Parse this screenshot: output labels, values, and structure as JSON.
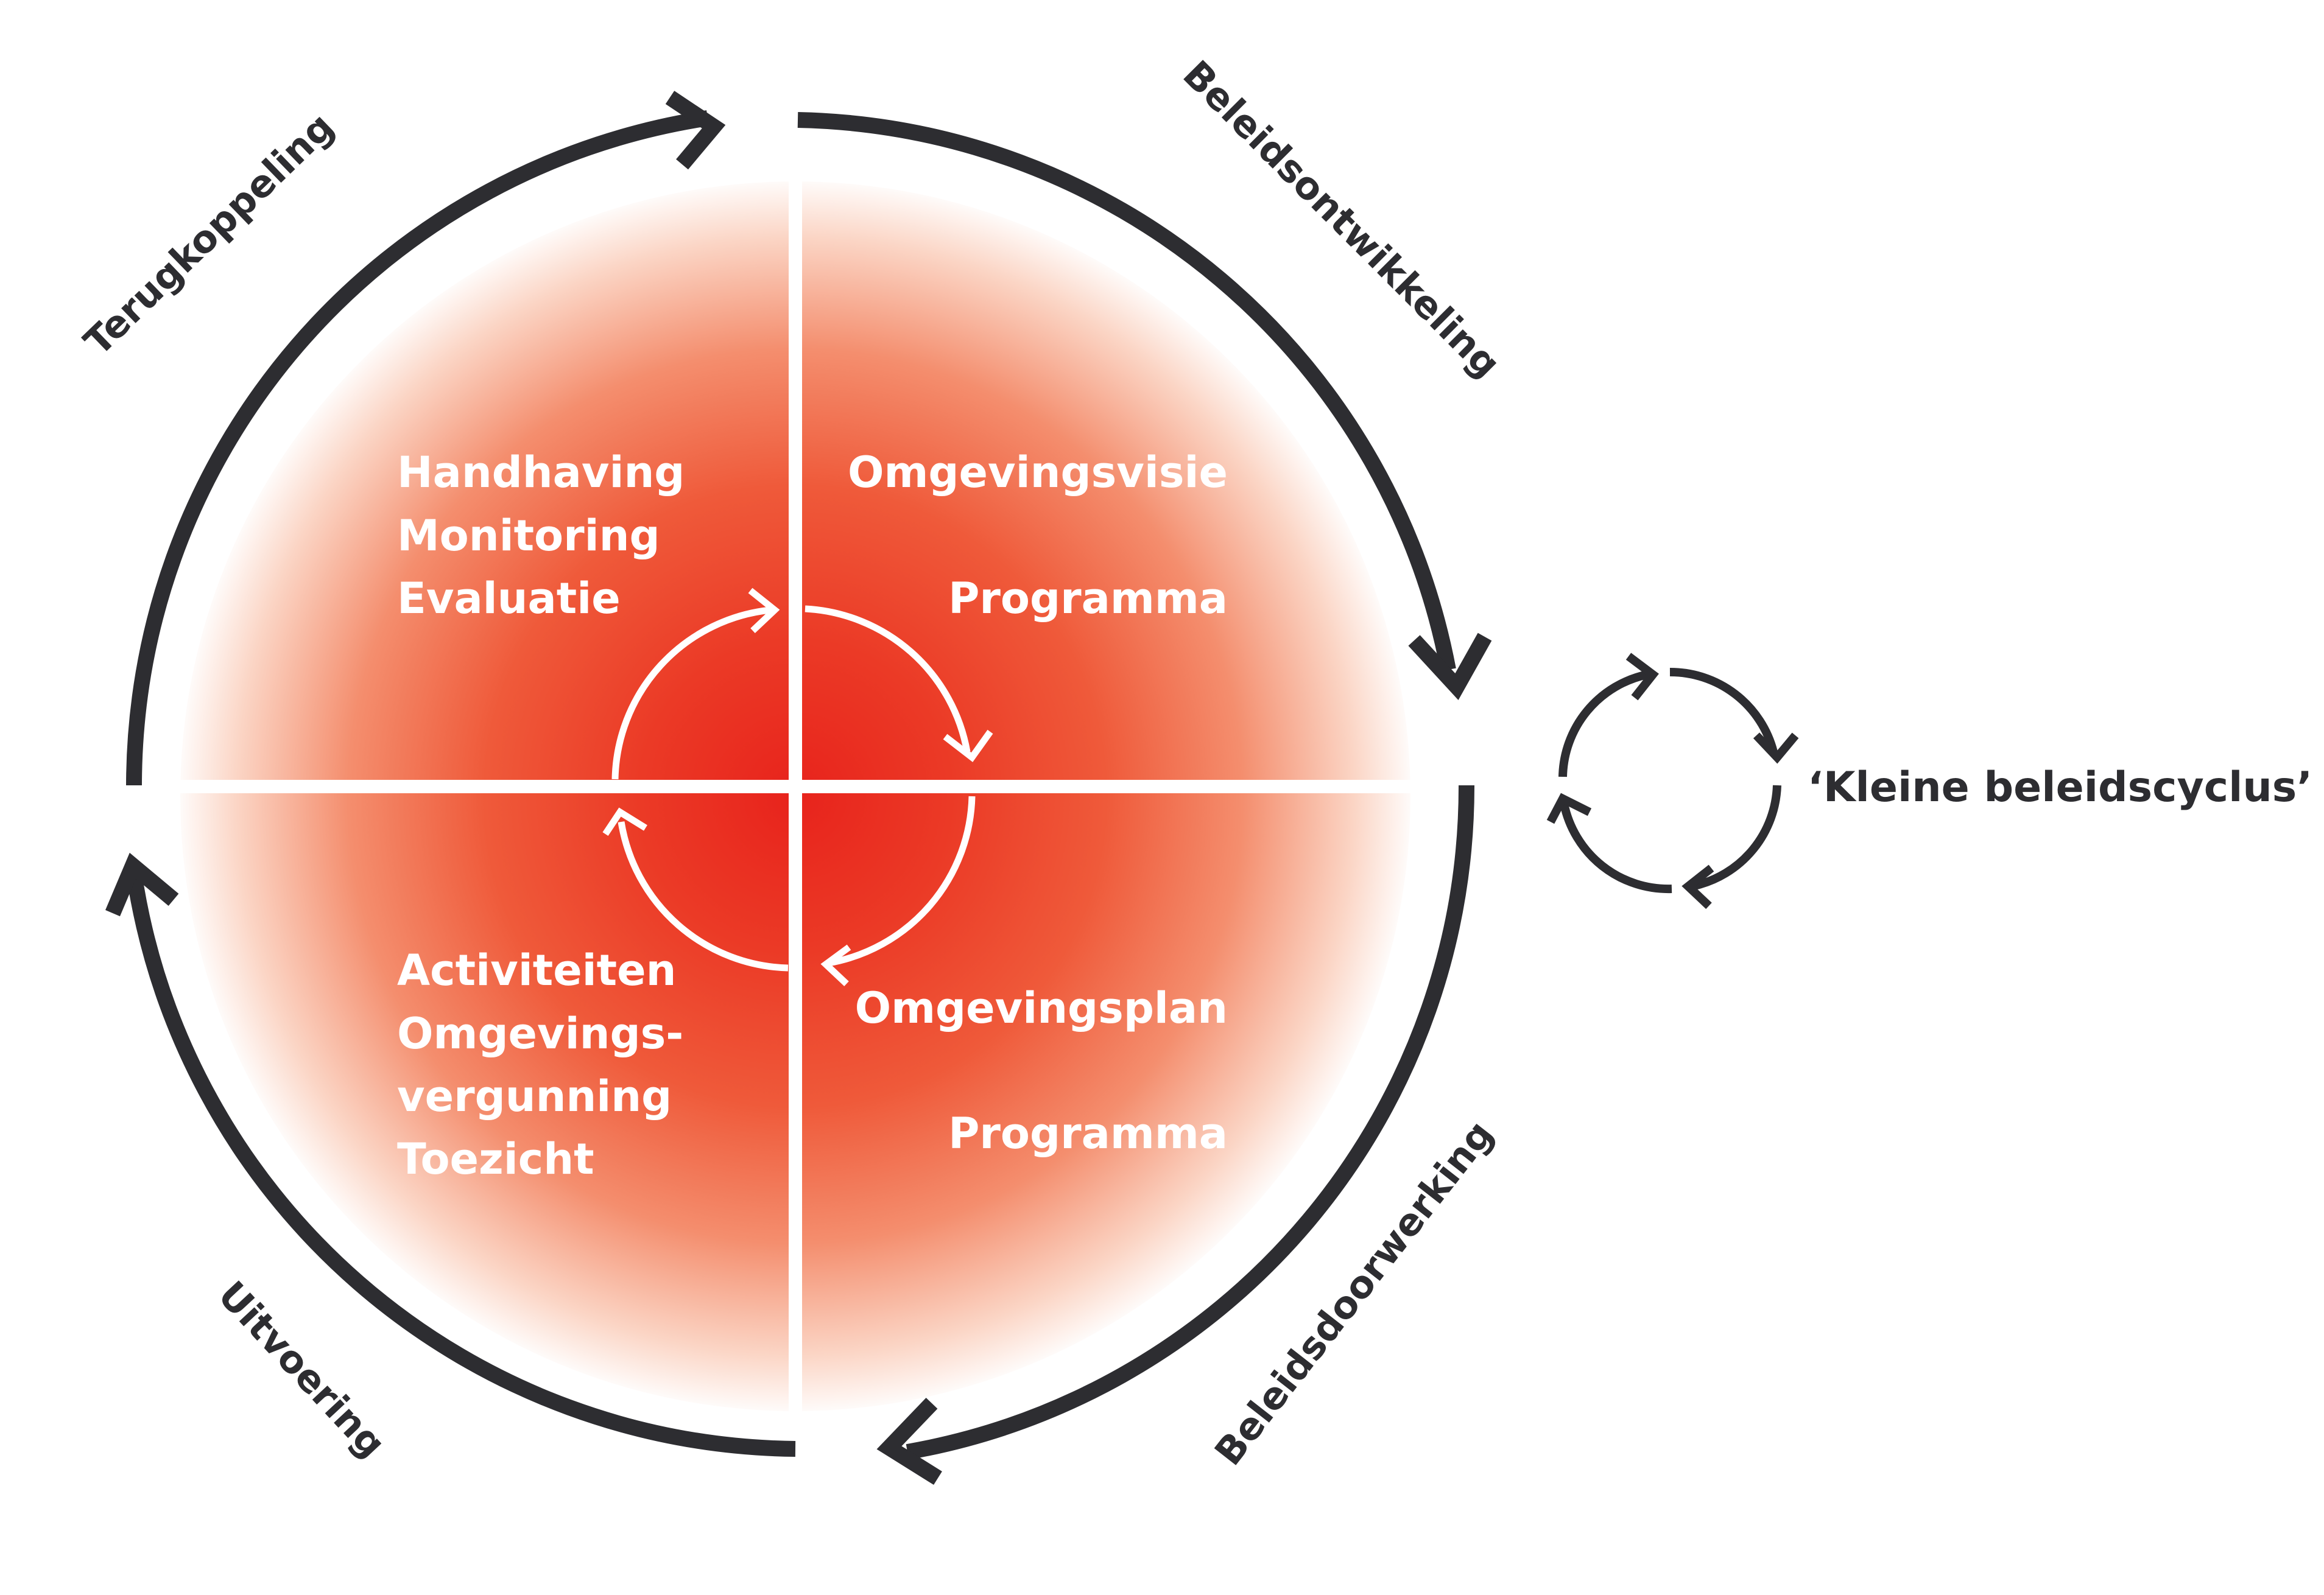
{
  "colors": {
    "dark": "#2d2d31",
    "red_center": "#e8231c",
    "red_mid": "#ef5a3a",
    "red_light": "#f7b49a",
    "white": "#ffffff"
  },
  "cycle_stages": {
    "top_left": "Terugkoppeling",
    "top_right": "Beleidsontwikkeling",
    "bottom_right": "Beleidsdoorwerking",
    "bottom_left": "Uitvoering"
  },
  "quadrants": {
    "top_left": [
      "Handhaving",
      "Monitoring",
      "Evaluatie"
    ],
    "top_right": [
      "Omgevingsvisie",
      "Programma"
    ],
    "bottom_left": [
      "Activiteiten",
      "Omgevings-",
      "vergunning",
      "Toezicht"
    ],
    "bottom_right": [
      "Omgevingsplan",
      "Programma"
    ]
  },
  "small_cycle_label": "‘Kleine beleidscyclus’",
  "icons": {
    "outer_cycle": "circular-arrows-icon",
    "inner_cycle": "circular-arrows-icon",
    "small_cycle": "refresh-cycle-icon"
  }
}
